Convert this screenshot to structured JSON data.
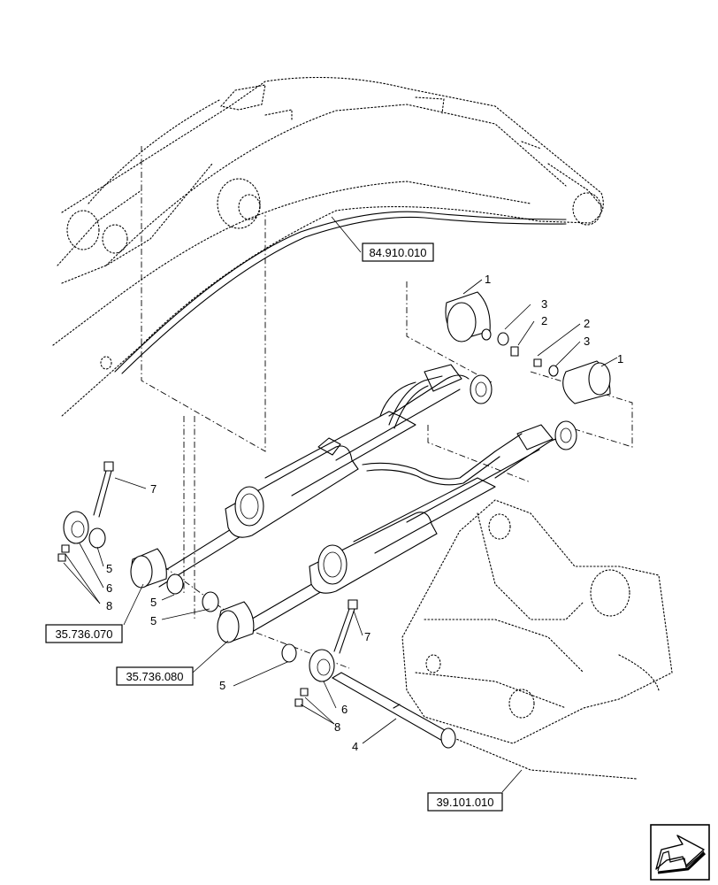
{
  "references": [
    "84.910.010",
    "35.736.070",
    "35.736.080",
    "39.101.010"
  ],
  "callouts": {
    "c1a": "1",
    "c3a": "3",
    "c2a": "2",
    "c2b": "2",
    "c3b": "3",
    "c1b": "1",
    "c7a": "7",
    "c5a": "5",
    "c6a": "6",
    "c8a": "8",
    "c5b": "5",
    "c5c": "5",
    "c5d": "5",
    "c7b": "7",
    "c6b": "6",
    "c8b": "8",
    "c4": "4"
  },
  "nav": {
    "icon": "next-page-arrow-icon"
  }
}
